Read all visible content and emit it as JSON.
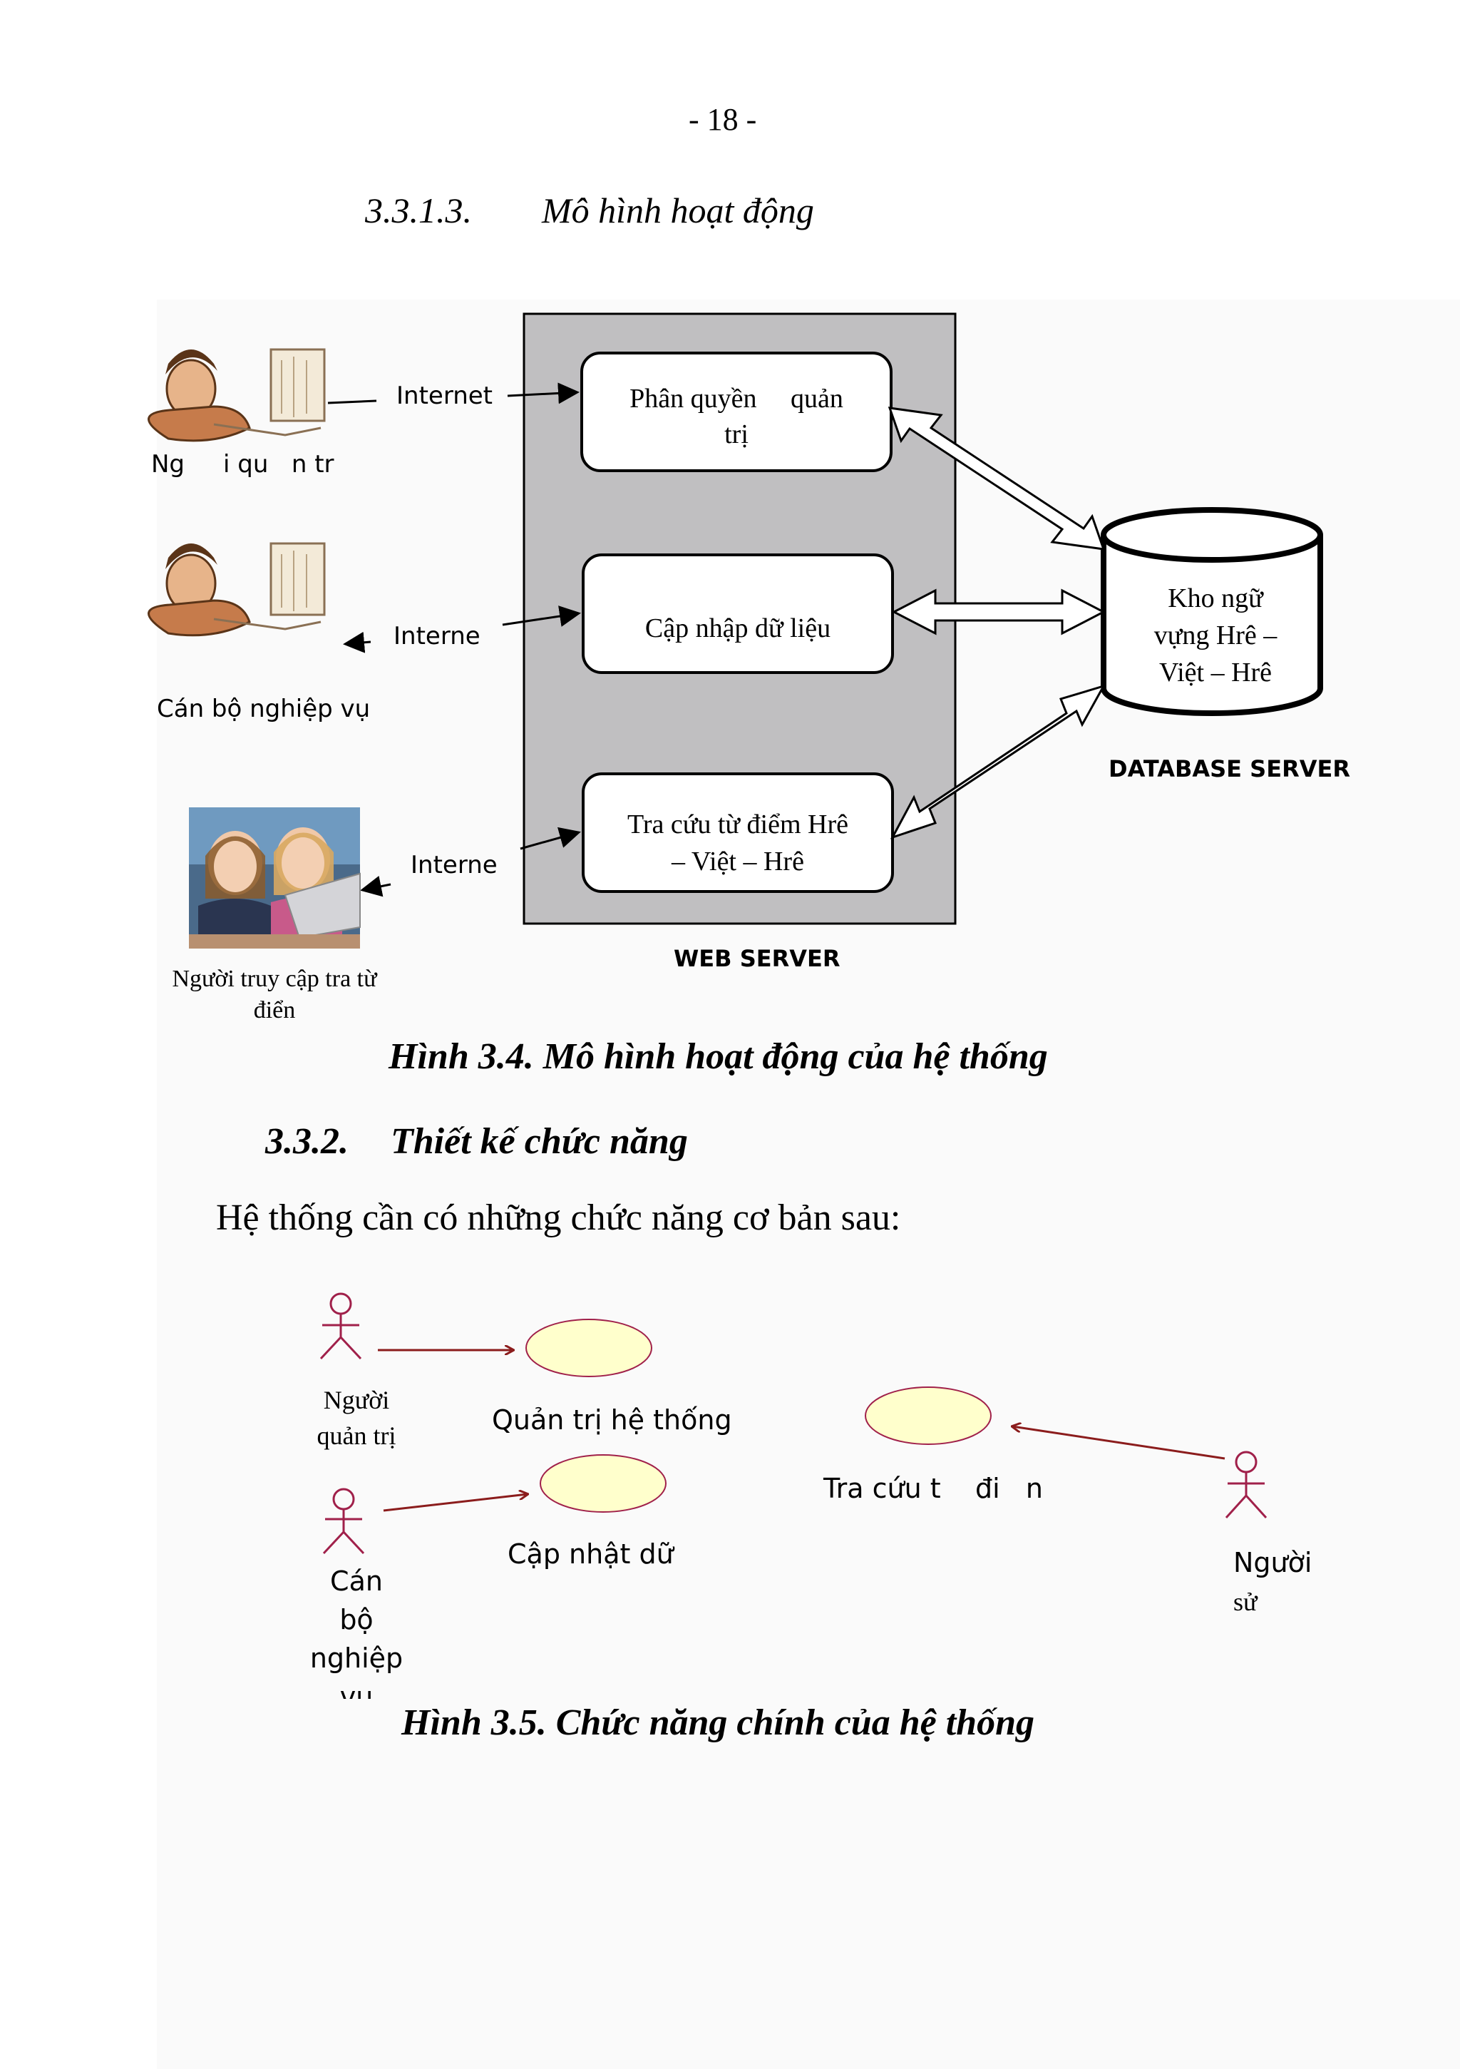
{
  "page_number": "- 18 -",
  "section_heading": {
    "number": "3.3.1.3.",
    "title": "Mô hình hoạt động"
  },
  "figure1": {
    "actors": [
      {
        "label": "Ng     i qu   n tr",
        "link": "Internet"
      },
      {
        "label": "Cán bộ nghiệp vụ",
        "link": "Interne"
      },
      {
        "label_line1": "Người truy cập tra từ",
        "label_line2": "điển",
        "link": "Interne"
      }
    ],
    "web_server": {
      "label": "WEB SERVER",
      "modules": [
        {
          "line1": "Phân quyền     quản",
          "line2": "trị"
        },
        {
          "line1": "Cập nhập dữ liệu"
        },
        {
          "line1": "Tra cứu từ điểm Hrê",
          "line2": "– Việt – Hrê"
        }
      ]
    },
    "database": {
      "label": "DATABASE SERVER",
      "line1": "Kho ngữ",
      "line2": "vựng Hrê –",
      "line3": "Việt – Hrê"
    },
    "caption": "Hình 3.4. Mô hình hoạt động của hệ thống"
  },
  "subsection_heading": {
    "number": "3.3.2.",
    "title": "Thiết kế chức năng"
  },
  "intro_text": "Hệ thống cần có những chức năng cơ bản sau:",
  "figure2": {
    "actors": {
      "admin": {
        "line1": "Người",
        "line2": "quản trị"
      },
      "staff": {
        "line1": "Cán",
        "line2": "bộ",
        "line3": "nghiệp",
        "line4": "vụ"
      },
      "user": {
        "line1": "Người",
        "line2": "sử"
      }
    },
    "use_cases": {
      "admin": "Quản trị hệ thống",
      "staff": "Cập nhật dữ",
      "lookup": "Tra cứu t    đi   n"
    },
    "caption": "Hình 3.5. Chức năng chính của hệ thống"
  },
  "colors": {
    "server_fill": "#c0bfc1",
    "usecase_fill": "#ffffcc",
    "actor_stroke": "#a0204a",
    "uml_arrow": "#8b1c1c"
  }
}
